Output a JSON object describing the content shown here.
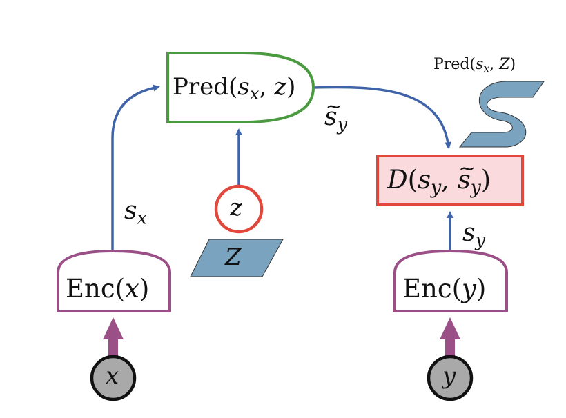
{
  "nodes": {
    "enc_x": {
      "name": "Enc",
      "arg": "x"
    },
    "enc_y": {
      "name": "Enc",
      "arg": "y"
    },
    "pred": {
      "name": "Pred",
      "arg1": "s",
      "arg1_sub": "x",
      "arg2": "z"
    },
    "d": {
      "name": "D",
      "arg1": "s",
      "arg1_sub": "y",
      "arg2": "s",
      "arg2_sub": "y"
    },
    "input_x": {
      "label": "x"
    },
    "input_y": {
      "label": "y"
    },
    "latent_z": {
      "label": "z"
    },
    "z_set": {
      "label": "Z"
    },
    "pred_set": {
      "name": "Pred",
      "arg1": "s",
      "arg1_sub": "x",
      "arg2": "Z"
    }
  },
  "edges": {
    "s_x": {
      "label": "s",
      "sub": "x"
    },
    "s_y_tilde": {
      "label": "s",
      "sub": "y"
    },
    "s_y": {
      "label": "s",
      "sub": "y"
    }
  },
  "colors": {
    "encoder": "#9B4F87",
    "predictor": "#4A9A3F",
    "energy": "#E2473B",
    "energy_fill": "#FADADD",
    "arrow": "#3E63A8",
    "set_fill": "#7AA3BF",
    "input_fill": "#A9A9A9",
    "latent_border": "#E2473B"
  }
}
